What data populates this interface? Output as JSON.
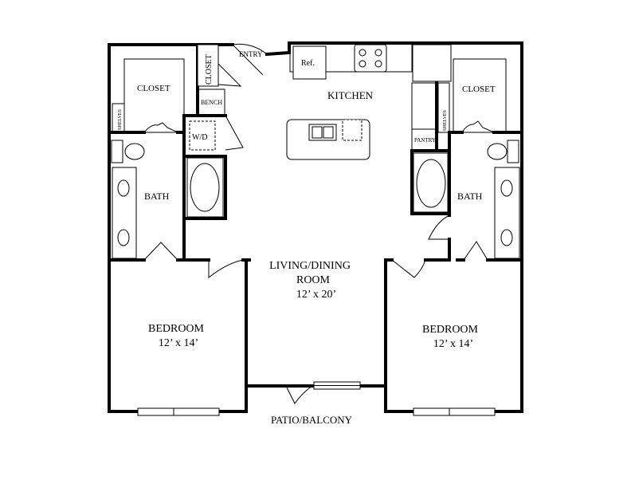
{
  "rooms": {
    "entry": "ENTRY",
    "closet_top": "CLOSET",
    "closet_left": "CLOSET",
    "closet_right": "CLOSET",
    "ref": "Ref.",
    "kitchen": "KITCHEN",
    "bench": "BENCH",
    "shelves_left": "SHELVES",
    "shelves_right": "SHELVES",
    "wd": "W/D",
    "pantry": "PANTRY",
    "bath_left": "BATH",
    "bath_right": "BATH",
    "living_line1": "LIVING/DINING",
    "living_line2": "ROOM",
    "living_size": "12’ x 20’",
    "bedroom_left": "BEDROOM",
    "bedroom_left_size": "12’ x 14’",
    "bedroom_right": "BEDROOM",
    "bedroom_right_size": "12’ x 14’",
    "patio": "PATIO/BALCONY"
  }
}
